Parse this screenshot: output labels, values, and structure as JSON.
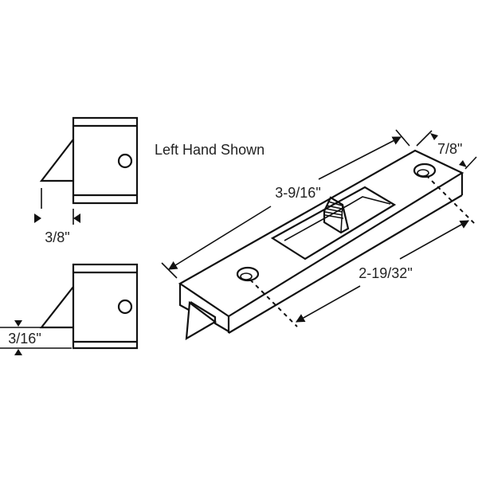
{
  "caption": "Left Hand Shown",
  "dimensions": {
    "offset_top_view": "3/8\"",
    "offset_bottom_view": "3/16\"",
    "overall_length": "3-9/16\"",
    "width": "7/8\"",
    "hole_spacing": "2-19/32\""
  }
}
